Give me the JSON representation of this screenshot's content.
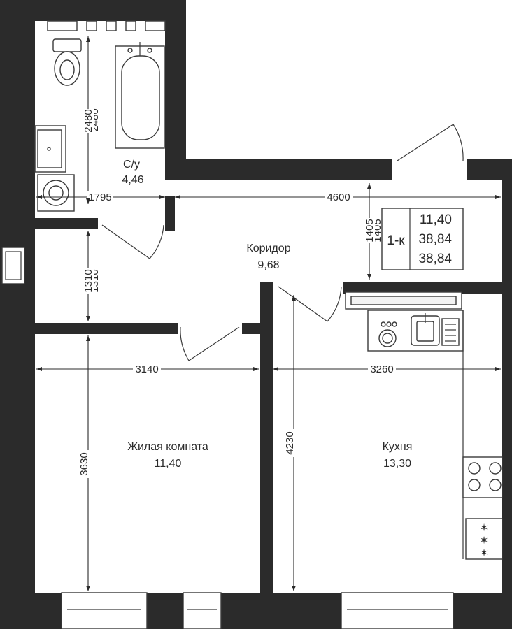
{
  "rooms": {
    "bathroom": {
      "name": "С/у",
      "area": "4,46"
    },
    "corridor": {
      "name": "Коридор",
      "area": "9,68"
    },
    "living": {
      "name": "Жилая комната",
      "area": "11,40"
    },
    "kitchen": {
      "name": "Кухня",
      "area": "13,30"
    }
  },
  "info": {
    "type": "1-к",
    "values": [
      "11,40",
      "38,84",
      "38,84"
    ]
  },
  "dimensions": {
    "bath_height": "2480",
    "bath_width": "1795",
    "corridor_width": "4600",
    "corridor_depth": "1405",
    "corridor_left_depth": "1310",
    "living_width": "3140",
    "living_depth": "3630",
    "kitchen_width": "3260",
    "kitchen_depth": "4230"
  },
  "icons": [
    "toilet-icon",
    "bathtub-icon",
    "sink-icon",
    "washing-machine-icon",
    "dishwasher-icon",
    "kitchen-sink-icon",
    "cooktop-icon",
    "oven-icon"
  ]
}
